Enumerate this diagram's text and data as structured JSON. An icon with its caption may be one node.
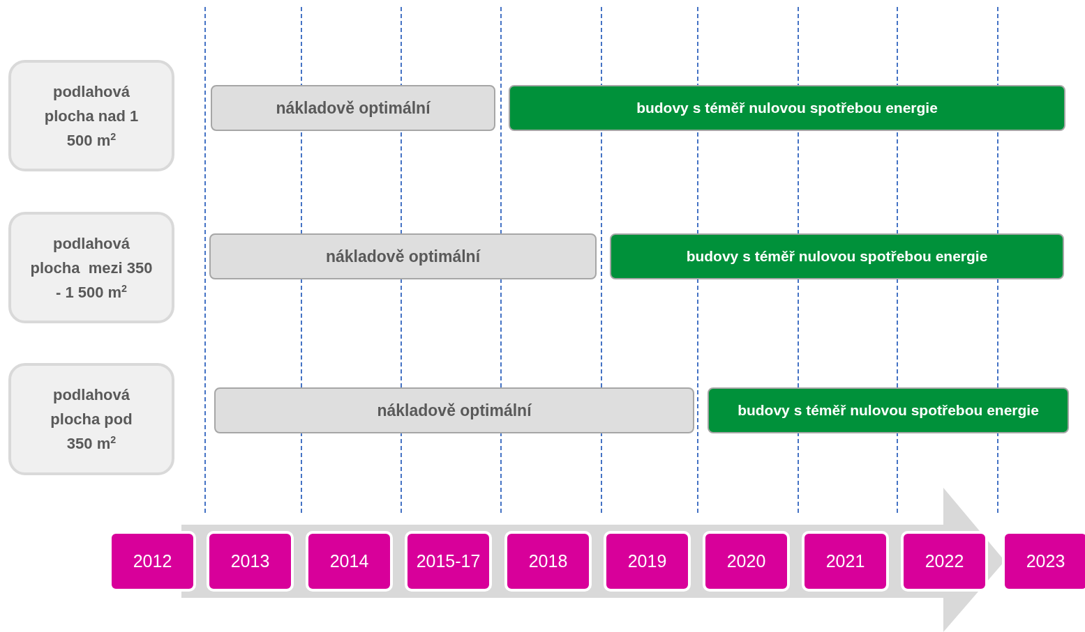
{
  "diagram": {
    "nodes": [
      {
        "text": [
          "podlahová plocha nad 1 500 m$^{2}$"
        ]
      },
      {
        "text": [
          "podlahová plocha  mezi 350 - 1 500 m$^{2}$"
        ]
      },
      {
        "text": [
          "podlahová plocha pod 350 m$^{2}$"
        ]
      },
      {
        "text": [
          "nákladově optimální"
        ]
      },
      {
        "text": [
          "budovy s téměř nulovou spotřebou energie"
        ]
      },
      {
        "text": [
          "nákladově optimální"
        ]
      },
      {
        "text": [
          "budovy s téměř nulovou spotřebou energie"
        ]
      },
      {
        "text": [
          "nákladově optimální"
        ]
      },
      {
        "text": [
          "budovy s téměř nulovou spotřebou energie"
        ]
      },
      {
        "text": [
          "2012"
        ]
      },
      {
        "text": [
          "2013"
        ]
      },
      {
        "text": [
          "2014"
        ]
      },
      {
        "text": [
          "2015-17"
        ]
      },
      {
        "text": [
          "2018"
        ]
      },
      {
        "text": [
          "2019"
        ]
      },
      {
        "text": [
          "2020"
        ]
      },
      {
        "text": [
          "2021"
        ]
      },
      {
        "text": [
          "2022"
        ]
      },
      {
        "text": [
          "2023"
        ]
      }
    ],
    "edges": []
  }
}
